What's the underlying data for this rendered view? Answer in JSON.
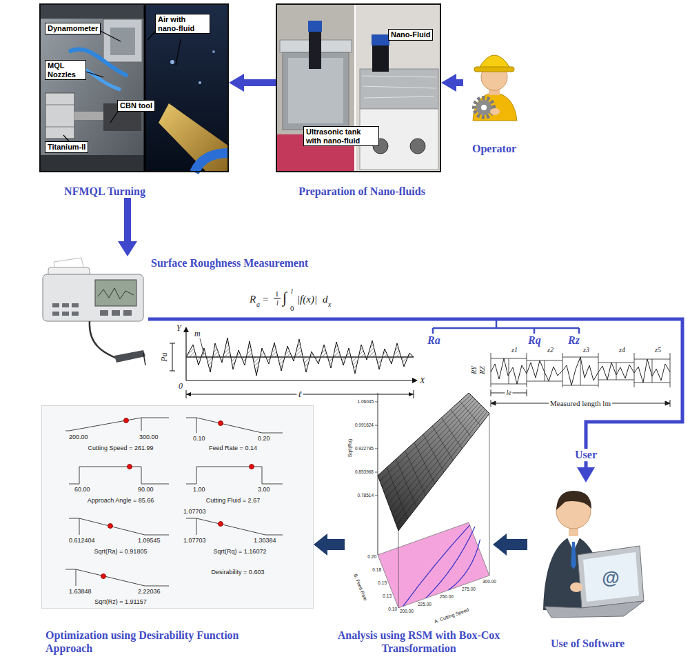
{
  "diagram": {
    "nodes": [
      {
        "text": [
          "NFMQL Turning"
        ]
      },
      {
        "text": [
          "Dynamometer"
        ],
        "in": 0
      },
      {
        "text": [
          "MQL Nozzles"
        ],
        "in": 0
      },
      {
        "text": [
          "Air with nano-fluid"
        ],
        "in": 0
      },
      {
        "text": [
          "CBN tool"
        ],
        "in": 0
      },
      {
        "text": [
          "Titanium-II"
        ],
        "in": 0
      },
      {
        "text": [
          "Preparation of Nano-fluids"
        ]
      },
      {
        "text": [
          "Nano-Fluid"
        ],
        "in": 6
      },
      {
        "text": [
          "Ultrasonic tank with nano-fluid"
        ],
        "in": 6
      },
      {
        "text": [
          "Operator"
        ]
      },
      {
        "text": [
          "Surface Roughness Measurement"
        ]
      },
      {
        "text": [
          "Use of Software"
        ]
      },
      {
        "text": [
          "Analysis using RSM with Box-Cox Transformation"
        ]
      },
      {
        "text": [
          "Optimization using Desirability Function Approach"
        ]
      }
    ],
    "edges": [
      {
        "from": 9,
        "to": 6,
        "arrow": "to"
      },
      {
        "from": 6,
        "to": 0,
        "arrow": "to"
      },
      {
        "from": 0,
        "to": 10,
        "arrow": "to"
      },
      {
        "from": 10,
        "to": 11,
        "arrow": "to",
        "label": "User"
      },
      {
        "from": 11,
        "to": 12,
        "arrow": "to"
      },
      {
        "from": 12,
        "to": 13,
        "arrow": "to"
      }
    ],
    "labels": [
      "R",
      "a",
      "=",
      "1",
      "l",
      "∫",
      "l",
      "0",
      "|f(x)|",
      "d",
      "x",
      "Y",
      "X",
      "0",
      "m",
      "Pa",
      "ℓ",
      "Ra",
      "Rq",
      "Rz",
      "z1",
      "z2",
      "z3",
      "z4",
      "z5",
      "RY",
      "RZ",
      "le",
      "Measured length lm",
      "1.06045",
      "0.991624",
      "0.922795",
      "0.853968",
      "0.78514",
      "Sqrt(Ra)",
      "0.20",
      "0.18",
      "0.15",
      "0.13",
      "0.10",
      "B: Feed Rate",
      "200.00",
      "225.00",
      "250.00",
      "275.00",
      "300.00",
      "A: Cutting Speed",
      "200.00",
      "300.00",
      "Cutting Speed = 261.99",
      "0.10",
      "0.20",
      "Feed Rate = 0.14",
      "60.00",
      "90.00",
      "Approach Angle = 85.66",
      "1.00",
      "3.00",
      "Cutting Fluid = 2.67",
      "0.612404",
      "1.09545",
      "Sqrt(Ra) = 0.91805",
      "1.07703",
      "1.07703",
      "1.30384",
      "Sqrt(Rq) = 1.16072",
      "Desirability = 0.603",
      "1.63848",
      "2.22036",
      "Sqrt(Rz) = 1.91157",
      "@"
    ]
  }
}
